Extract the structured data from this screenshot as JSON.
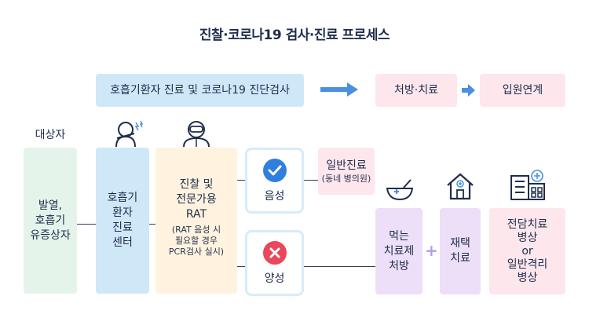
{
  "title": "진찰·코로나19 검사·진료 프로세스",
  "flow_top": {
    "main": "호흡기환자 진료 및 코로나19 진단검사",
    "treat": "처방·치료",
    "admit": "입원연계"
  },
  "target": {
    "header": "대상자",
    "box": "발열,\n호흡기\n유증상자"
  },
  "center": {
    "label": "호흡기\n환자\n진료\n센터"
  },
  "exam": {
    "label": "진찰 및\n전문가용\nRAT",
    "note": "(RAT 음성 시\n필요할 경우\nPCR검사 실시)"
  },
  "results": {
    "negative": "음성",
    "positive": "양성"
  },
  "general": {
    "label": "일반진료",
    "sub": "(동네 병의원)"
  },
  "treatments": {
    "oral": "먹는\n치료제\n처방",
    "plus": "+",
    "home": "재택\n치료",
    "bed": "전담치료\n병상\nor\n일반격리\n병상"
  },
  "colors": {
    "blue_box": "#cfe8f8",
    "green_box": "#e4f4ea",
    "cream_box": "#fff3df",
    "pink_box": "#fde6ec",
    "lavender_box": "#ecdff7",
    "arrow": "#4a8fe0",
    "negative_icon": "#2f7fe0",
    "positive_icon": "#e9475b"
  },
  "icons": [
    "patient-coughing-icon",
    "doctor-ppe-icon",
    "checkmark-icon",
    "x-mark-icon",
    "medicine-bowl-icon",
    "house-medical-icon",
    "hospital-icon"
  ]
}
